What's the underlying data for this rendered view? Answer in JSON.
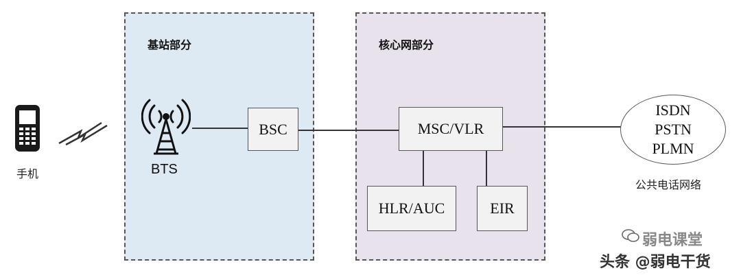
{
  "regions": {
    "bss_title": "基站部分",
    "core_title": "核心网部分"
  },
  "nodes": {
    "phone": "手机",
    "bts": "BTS",
    "bsc": "BSC",
    "msc_vlr": "MSC/VLR",
    "hlr_auc": "HLR/AUC",
    "eir": "EIR"
  },
  "external": {
    "networks": [
      "ISDN",
      "PSTN",
      "PLMN"
    ],
    "caption": "公共电话网络"
  },
  "watermark": {
    "line1": "弱电课堂",
    "line2": "头条 @弱电干货"
  },
  "colors": {
    "bss_bg": "#dde9f3",
    "core_bg": "#e7e2ec",
    "box_bg": "#f2f2f2",
    "border": "#555555"
  }
}
